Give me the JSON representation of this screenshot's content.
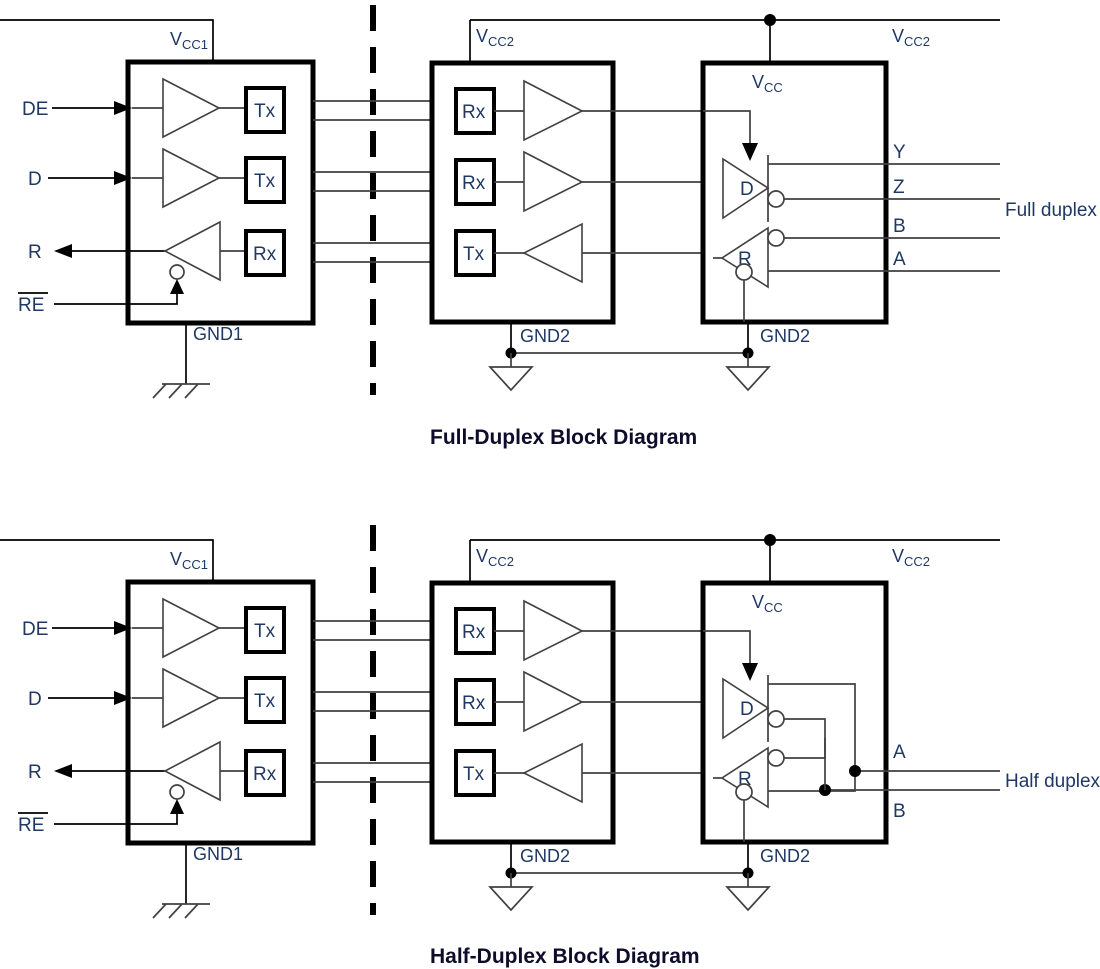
{
  "page": {
    "title": "Full-Duplex and Half-Duplex Block Diagrams",
    "background": "#ffffff",
    "label_color": "#1f3864",
    "line_color": "#404040",
    "block_color": "#000000"
  },
  "diagrams": [
    {
      "id": "full-duplex",
      "caption": "Full-Duplex Block Diagram",
      "duplex_note": "Full duplex",
      "left_block": {
        "rail_top": "V",
        "rail_top_sub": "CC1",
        "rail_bottom": "GND1",
        "inputs": [
          {
            "name": "DE",
            "overbar": false,
            "direction": "in"
          },
          {
            "name": "D",
            "overbar": false,
            "direction": "in"
          },
          {
            "name": "R",
            "overbar": false,
            "direction": "out"
          },
          {
            "name": "RE",
            "overbar": true,
            "direction": "in"
          }
        ],
        "channels": [
          {
            "buffer": "non-inverting",
            "port": "Tx"
          },
          {
            "buffer": "non-inverting",
            "port": "Tx"
          },
          {
            "buffer": "inverting-enable",
            "port": "Rx"
          }
        ]
      },
      "middle_block": {
        "rail_top": "V",
        "rail_top_sub": "CC2",
        "rail_bottom": "GND2",
        "channels": [
          {
            "port": "Rx",
            "buffer": "right"
          },
          {
            "port": "Rx",
            "buffer": "right"
          },
          {
            "port": "Tx",
            "buffer": "left"
          }
        ]
      },
      "right_block": {
        "rail_top": "V",
        "rail_top_sub": "CC",
        "rail_bottom": "GND2",
        "supply_rail_label": "V",
        "supply_rail_sub": "CC2",
        "gates": [
          {
            "label": "D",
            "type": "driver"
          },
          {
            "label": "R",
            "type": "receiver"
          }
        ],
        "ports": [
          "Y",
          "Z",
          "B",
          "A"
        ]
      }
    },
    {
      "id": "half-duplex",
      "caption": "Half-Duplex Block Diagram",
      "duplex_note": "Half duplex",
      "left_block": {
        "rail_top": "V",
        "rail_top_sub": "CC1",
        "rail_bottom": "GND1",
        "inputs": [
          {
            "name": "DE",
            "overbar": false,
            "direction": "in"
          },
          {
            "name": "D",
            "overbar": false,
            "direction": "in"
          },
          {
            "name": "R",
            "overbar": false,
            "direction": "out"
          },
          {
            "name": "RE",
            "overbar": true,
            "direction": "in"
          }
        ],
        "channels": [
          {
            "buffer": "non-inverting",
            "port": "Tx"
          },
          {
            "buffer": "non-inverting",
            "port": "Tx"
          },
          {
            "buffer": "inverting-enable",
            "port": "Rx"
          }
        ]
      },
      "middle_block": {
        "rail_top": "V",
        "rail_top_sub": "CC2",
        "rail_bottom": "GND2",
        "channels": [
          {
            "port": "Rx",
            "buffer": "right"
          },
          {
            "port": "Rx",
            "buffer": "right"
          },
          {
            "port": "Tx",
            "buffer": "left"
          }
        ]
      },
      "right_block": {
        "rail_top": "V",
        "rail_top_sub": "CC",
        "rail_bottom": "GND2",
        "supply_rail_label": "V",
        "supply_rail_sub": "CC2",
        "gates": [
          {
            "label": "D",
            "type": "driver"
          },
          {
            "label": "R",
            "type": "receiver"
          }
        ],
        "ports": [
          "A",
          "B"
        ]
      }
    }
  ]
}
